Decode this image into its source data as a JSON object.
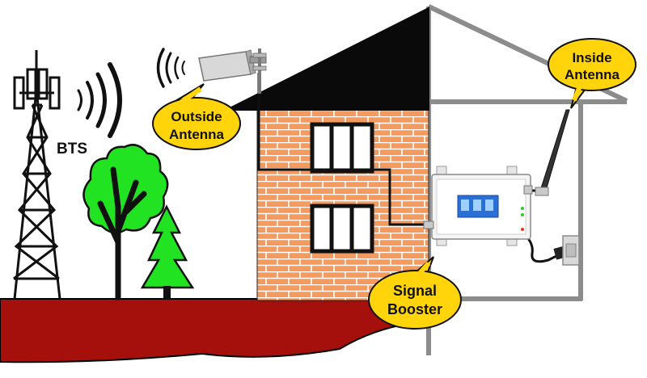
{
  "labels": {
    "bts": "BTS",
    "outside_antenna": [
      "Outside",
      "Antenna"
    ],
    "inside_antenna": [
      "Inside",
      "Antenna"
    ],
    "signal_booster": [
      "Signal",
      "Booster"
    ]
  },
  "colors": {
    "ground": "#a50f0c",
    "brick": "#f49a5e",
    "brick_line": "#ffffff",
    "roof": "#0a0a0a",
    "frame": "#8c8c8c",
    "bubble": "#ffd40a",
    "tree": "#22e322",
    "trunk": "#111111",
    "cable": "#111111",
    "booster_body": "#f4f4f4",
    "booster_screen": "#2a6fd6"
  },
  "icons": {
    "tower": "cell-tower-icon",
    "outside_antenna": "yagi-antenna-icon",
    "inside_antenna": "whip-antenna-icon",
    "booster": "signal-booster-icon",
    "power": "power-adapter-icon"
  }
}
